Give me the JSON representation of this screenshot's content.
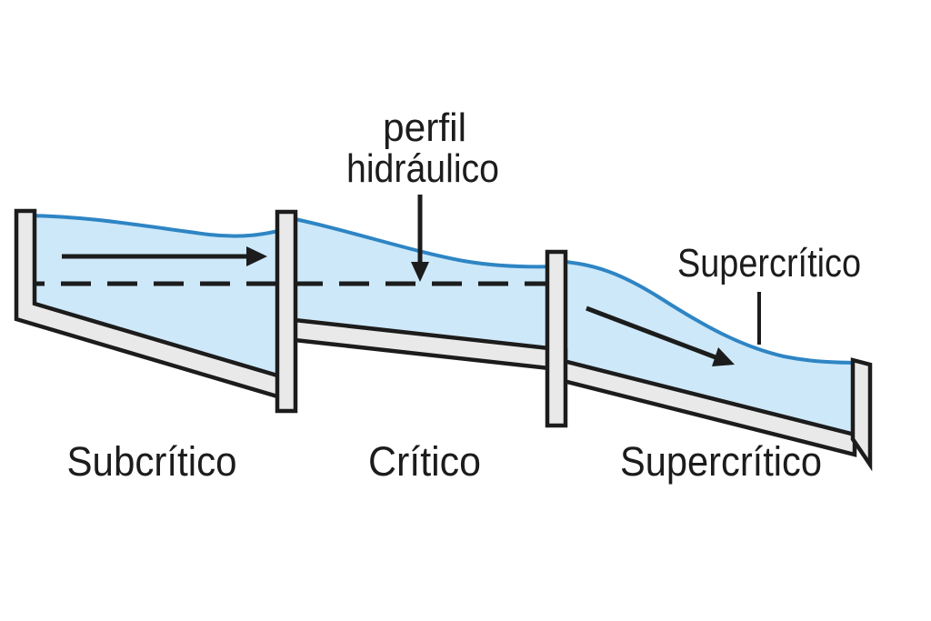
{
  "figure": {
    "type": "hydraulic-profile-diagram",
    "labels": {
      "profile_line1": "perfil",
      "profile_line2": "hidráulico",
      "surface_callout": "Supercrítico",
      "section1": "Subcrítico",
      "section2": "Crítico",
      "section3": "Supercrítico"
    },
    "colors": {
      "bg": "#ffffff",
      "ink": "#1c1c1c",
      "water_fill": "#cde8f9",
      "water_line": "#2e85c4",
      "wall_fill": "#e9e9e9"
    }
  }
}
